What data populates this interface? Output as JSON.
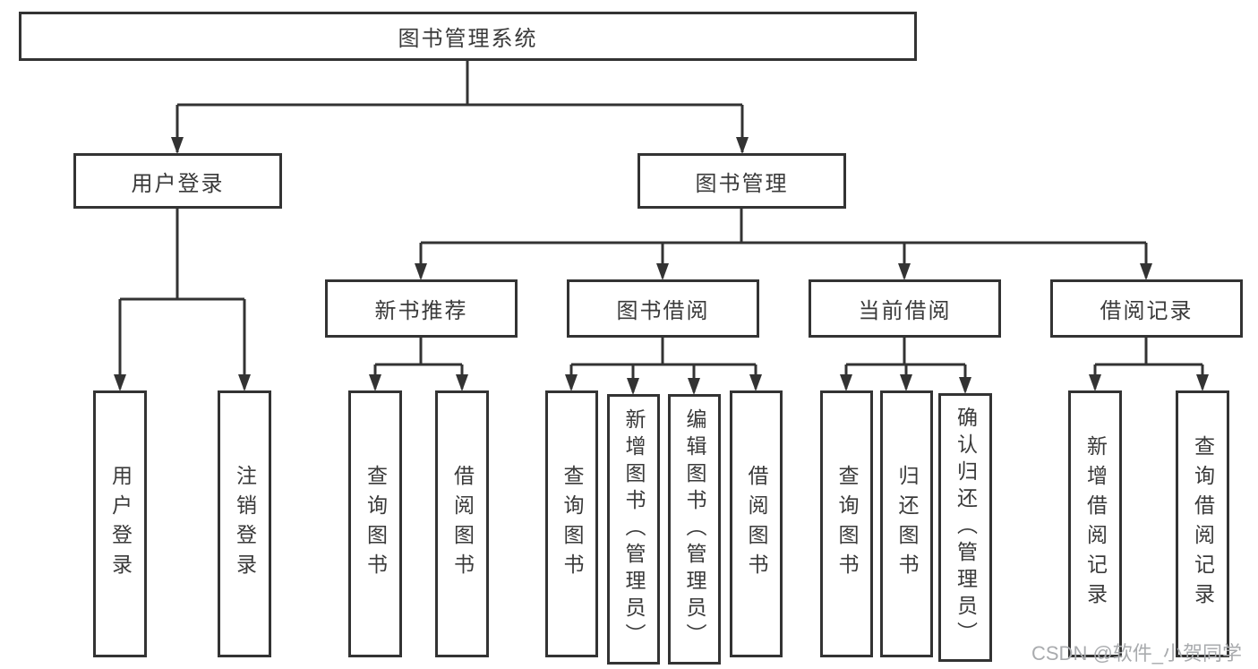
{
  "tree": {
    "label": "图书管理系统",
    "children": [
      {
        "label": "用户登录",
        "children": [
          {
            "label": "用户登录"
          },
          {
            "label": "注销登录"
          }
        ]
      },
      {
        "label": "图书管理",
        "children": [
          {
            "label": "新书推荐",
            "children": [
              {
                "label": "查询图书"
              },
              {
                "label": "借阅图书"
              }
            ]
          },
          {
            "label": "图书借阅",
            "children": [
              {
                "label": "查询图书"
              },
              {
                "label": "新增图书（管理员）"
              },
              {
                "label": "编辑图书（管理员）"
              },
              {
                "label": "借阅图书"
              }
            ]
          },
          {
            "label": "当前借阅",
            "children": [
              {
                "label": "查询图书"
              },
              {
                "label": "归还图书"
              },
              {
                "label": "确认归还（管理员）"
              }
            ]
          },
          {
            "label": "借阅记录",
            "children": [
              {
                "label": "新增借阅记录"
              },
              {
                "label": "查询借阅记录"
              }
            ]
          }
        ]
      }
    ]
  },
  "watermark": {
    "text": "CSDN @软件_小贺同学"
  },
  "colors": {
    "line": "#333333",
    "text": "#3a3a3a",
    "watermark": "#a9abae",
    "background": "#ffffff"
  }
}
